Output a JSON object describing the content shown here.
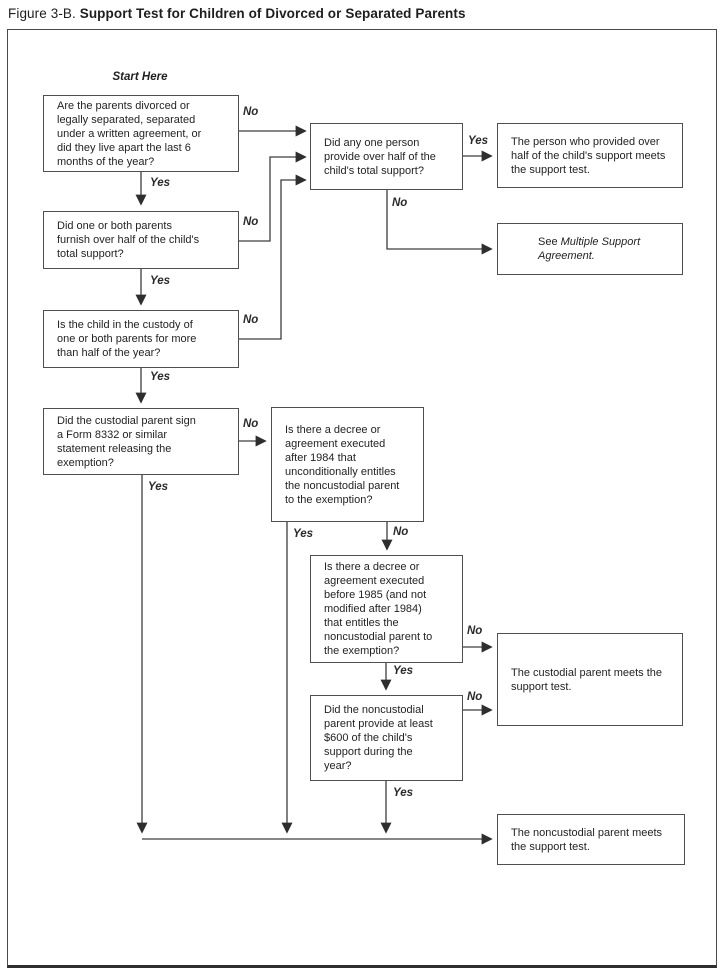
{
  "title": {
    "figure_label": "Figure 3-B.",
    "title_text": "Support Test for Children of Divorced or Separated Parents"
  },
  "start_label": "Start Here",
  "decision_labels": {
    "yes": "Yes",
    "no": "No"
  },
  "boxes": {
    "divorced": "Are the parents divorced or\nlegally separated, separated\nunder a written agreement, or\ndid they live apart the last 6\nmonths of the year?",
    "furnish_half": "Did one or both parents\nfurnish over half of the child's\ntotal support?",
    "custody": "Is the child in the custody of\none or both parents for more\nthan half of the year?",
    "form_8332": "Did the custodial parent sign\na Form 8332 or similar\nstatement releasing the\nexemption?",
    "any_one_person": "Did any one person\nprovide over half of the\nchild's total support?",
    "person_provided": "The person who provided over\nhalf of the child's support meets\nthe support test.",
    "see_multiple_prefix": "See ",
    "see_multiple_italic": "Multiple Support\nAgreement.",
    "decree_after_1984": "Is there a decree or\nagreement executed\nafter 1984 that\nunconditionally entitles\nthe noncustodial parent\nto the exemption?",
    "decree_before_1985": "Is there a decree or\nagreement executed\nbefore 1985 (and not\nmodified after 1984)\nthat entitles the\nnoncustodial parent to\nthe exemption?",
    "provide_600": "Did the noncustodial\nparent provide at least\n$600 of the child's\nsupport during the\nyear?",
    "custodial_meets": "The custodial parent meets the\nsupport test.",
    "noncustodial_meets": "The noncustodial parent meets\nthe support test."
  }
}
